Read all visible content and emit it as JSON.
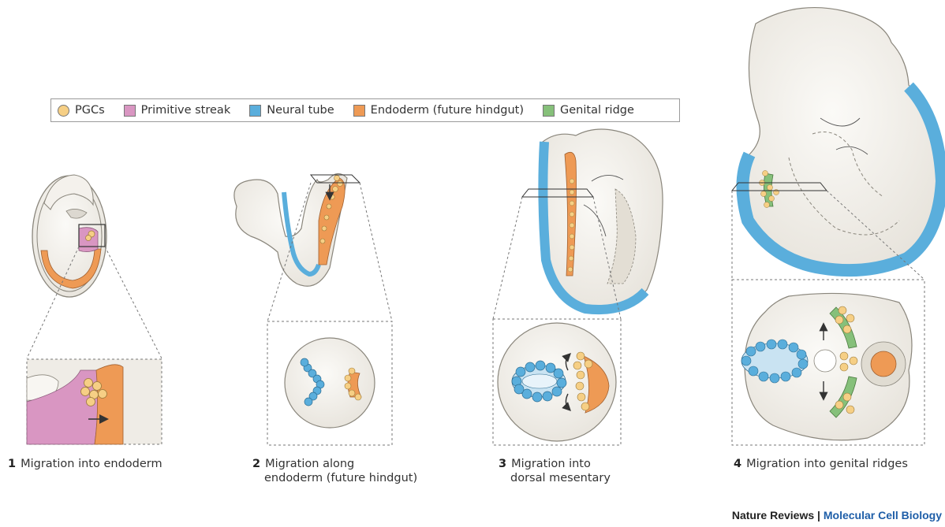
{
  "colors": {
    "pgc": "#f6cf85",
    "primitive_streak": "#d996c2",
    "neural_tube": "#5aaedc",
    "endoderm": "#ee9a55",
    "genital_ridge": "#86c07a",
    "tissue": "#efece6",
    "outline": "#8a867c"
  },
  "legend": [
    {
      "label": "PGCs",
      "color": "#f6cf85",
      "shape": "circle"
    },
    {
      "label": "Primitive streak",
      "color": "#d996c2",
      "shape": "square"
    },
    {
      "label": "Neural tube",
      "color": "#5aaedc",
      "shape": "square"
    },
    {
      "label": "Endoderm (future hindgut)",
      "color": "#ee9a55",
      "shape": "square"
    },
    {
      "label": "Genital ridge",
      "color": "#86c07a",
      "shape": "square"
    }
  ],
  "panels": [
    {
      "number": "1",
      "caption_lines": [
        "Migration into endoderm"
      ]
    },
    {
      "number": "2",
      "caption_lines": [
        "Migration along",
        "endoderm (future hindgut)"
      ]
    },
    {
      "number": "3",
      "caption_lines": [
        "Migration into",
        "dorsal mesentary"
      ]
    },
    {
      "number": "4",
      "caption_lines": [
        "Migration into genital ridges"
      ]
    }
  ],
  "credit": {
    "journal": "Nature Reviews",
    "separator": " | ",
    "subjournal": "Molecular Cell Biology"
  }
}
